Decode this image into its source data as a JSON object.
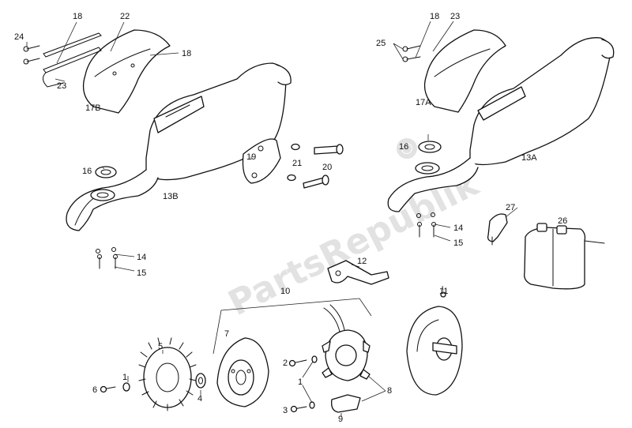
{
  "watermark": "PartsRepublik",
  "callouts": {
    "c24": "24",
    "c18a": "18",
    "c22": "22",
    "c18b": "18",
    "c23a": "23",
    "c17b": "17B",
    "c18c": "18",
    "c23b": "23",
    "c25": "25",
    "c17a": "17A",
    "c19": "19",
    "c21": "21",
    "c20": "20",
    "c16a": "16",
    "c16b": "16",
    "c13a": "13A",
    "c13b": "13B",
    "c27": "27",
    "c26": "26",
    "c14a": "14",
    "c15a": "15",
    "c14b": "14",
    "c15b": "15",
    "c12": "12",
    "c10": "10",
    "c11": "11",
    "c7": "7",
    "c5": "5",
    "c1a": "1",
    "c6": "6",
    "c4": "4",
    "c2": "2",
    "c1b": "1",
    "c3": "3",
    "c8": "8",
    "c9": "9"
  }
}
